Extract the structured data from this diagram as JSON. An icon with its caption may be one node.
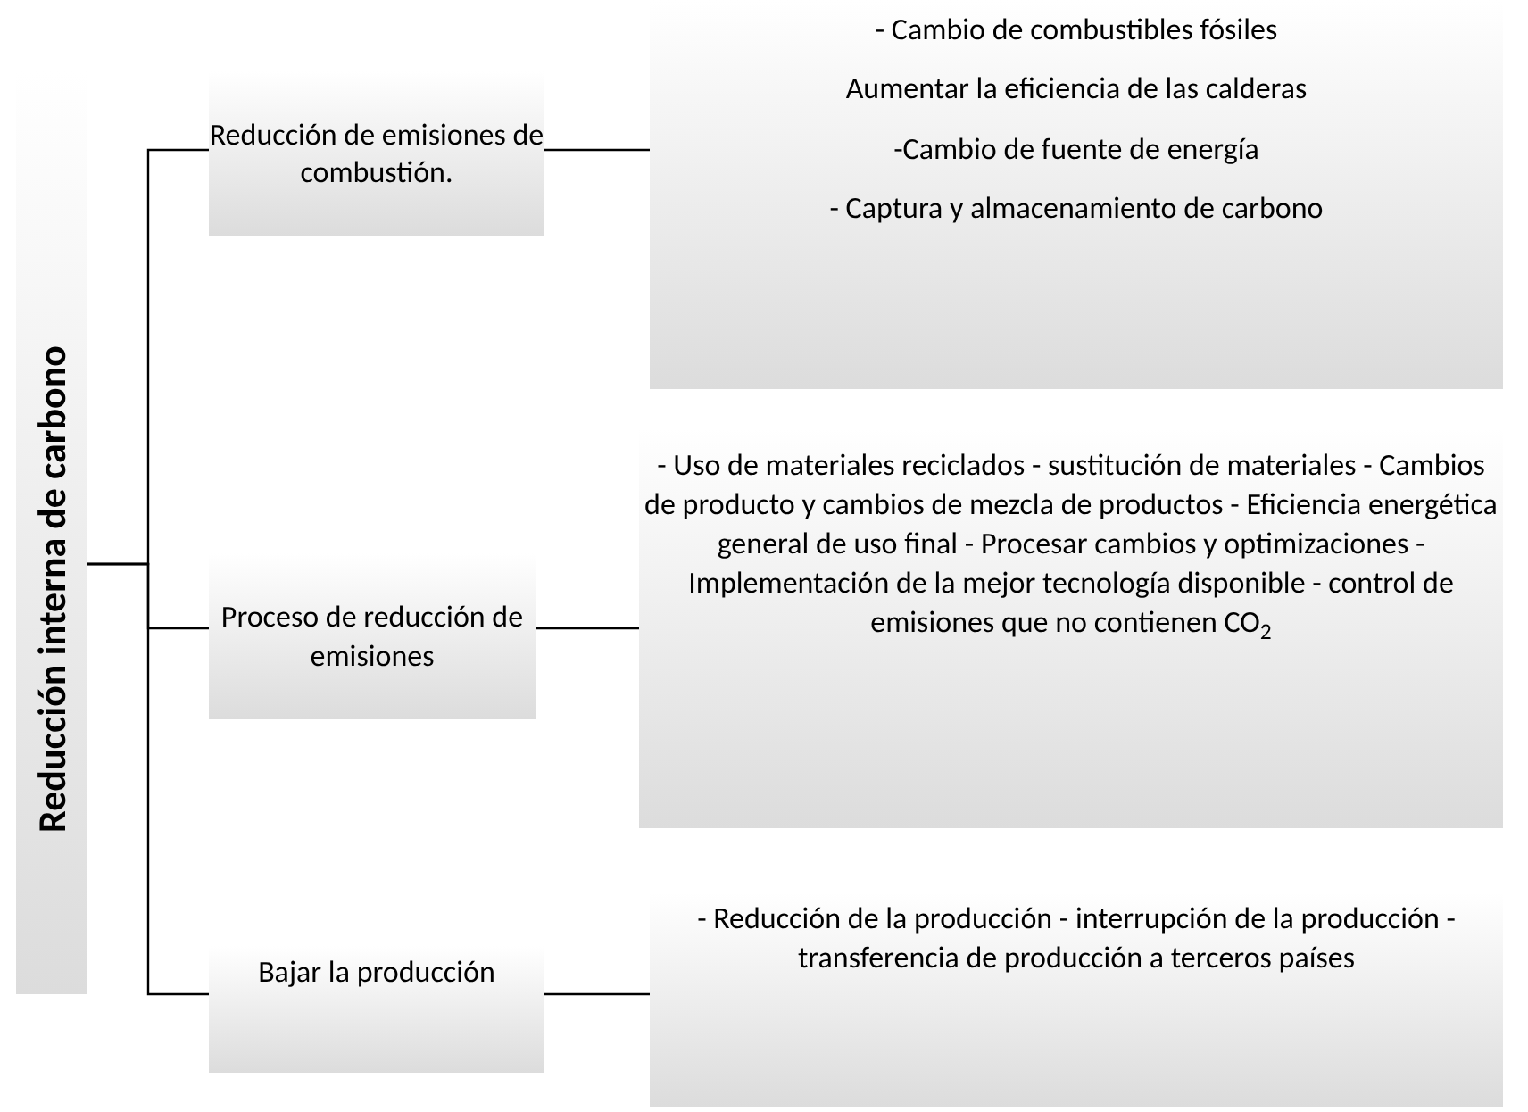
{
  "diagram": {
    "nodes": [
      {
        "text": [
          "Reducción interna de carbono"
        ]
      },
      {
        "text": [
          "Reducción de emisiones de combustión."
        ]
      },
      {
        "text": [
          "- Cambio de combustibles fósiles",
          "Aumentar la eficiencia de las calderas",
          "-Cambio de fuente de energía",
          "- Captura y almacenamiento de carbono"
        ]
      },
      {
        "text": [
          "Proceso de reducción de emisiones"
        ]
      },
      {
        "text": [
          "- Uso de materiales reciclados - sustitución de materiales - Cambios de producto y cambios de mezcla de productos - Eficiencia energética general de uso final - Procesar cambios y optimizaciones - Implementación de la mejor tecnología disponible - control de emisiones que no contienen CO$_{2}$"
        ]
      },
      {
        "text": [
          "Bajar la producción"
        ]
      },
      {
        "text": [
          "- Reducción de la producción - interrupción de la producción - transferencia de producción a terceros países"
        ]
      }
    ],
    "edges": [
      {
        "from": 0,
        "to": 1,
        "arrow": "none"
      },
      {
        "from": 0,
        "to": 3,
        "arrow": "none"
      },
      {
        "from": 0,
        "to": 5,
        "arrow": "none"
      },
      {
        "from": 1,
        "to": 2,
        "arrow": "none"
      },
      {
        "from": 3,
        "to": 4,
        "arrow": "none"
      },
      {
        "from": 5,
        "to": 6,
        "arrow": "none"
      }
    ]
  }
}
